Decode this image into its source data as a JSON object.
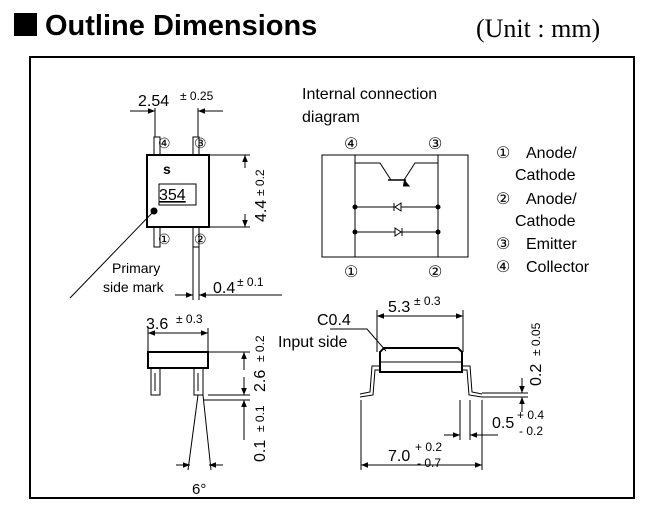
{
  "header": {
    "title": "Outline Dimensions",
    "unit": "(Unit : mm)"
  },
  "top_view": {
    "width_main": "2.54",
    "width_tol": "± 0.25",
    "height_main": "4.4",
    "height_tol": "± 0.2",
    "lead_main": "0.4",
    "lead_tol": "± 0.1",
    "marking_brand": "s",
    "marking_code": "354",
    "primary_label_line1": "Primary",
    "primary_label_line2": "side mark",
    "pin1": "①",
    "pin2": "②",
    "pin3": "③",
    "pin4": "④"
  },
  "connection": {
    "title_line1": "Internal connection",
    "title_line2": "diagram",
    "pin1": "①",
    "pin2": "②",
    "pin3": "③",
    "pin4": "④"
  },
  "legend": [
    {
      "num": "①",
      "line1": "Anode/",
      "line2": "Cathode"
    },
    {
      "num": "②",
      "line1": "Anode/",
      "line2": "Cathode"
    },
    {
      "num": "③",
      "line1": "Emitter"
    },
    {
      "num": "④",
      "line1": "Collector"
    }
  ],
  "side_view": {
    "width_main": "3.6",
    "width_tol": "± 0.3",
    "height_main": "2.6",
    "height_tol": "± 0.2",
    "standoff_main": "0.1",
    "standoff_tol": "± 0.1",
    "angle": "6°"
  },
  "end_view": {
    "body_main": "5.3",
    "body_tol": "± 0.3",
    "chamfer": "C0.4",
    "input_side": "Input side",
    "lead_thk_main": "0.2",
    "lead_thk_tol": "± 0.05",
    "foot_main": "0.5",
    "foot_tol_plus": "+ 0.4",
    "foot_tol_minus": "- 0.2",
    "overall_main": "7.0",
    "overall_tol_plus": "+ 0.2",
    "overall_tol_minus": "- 0.7"
  }
}
